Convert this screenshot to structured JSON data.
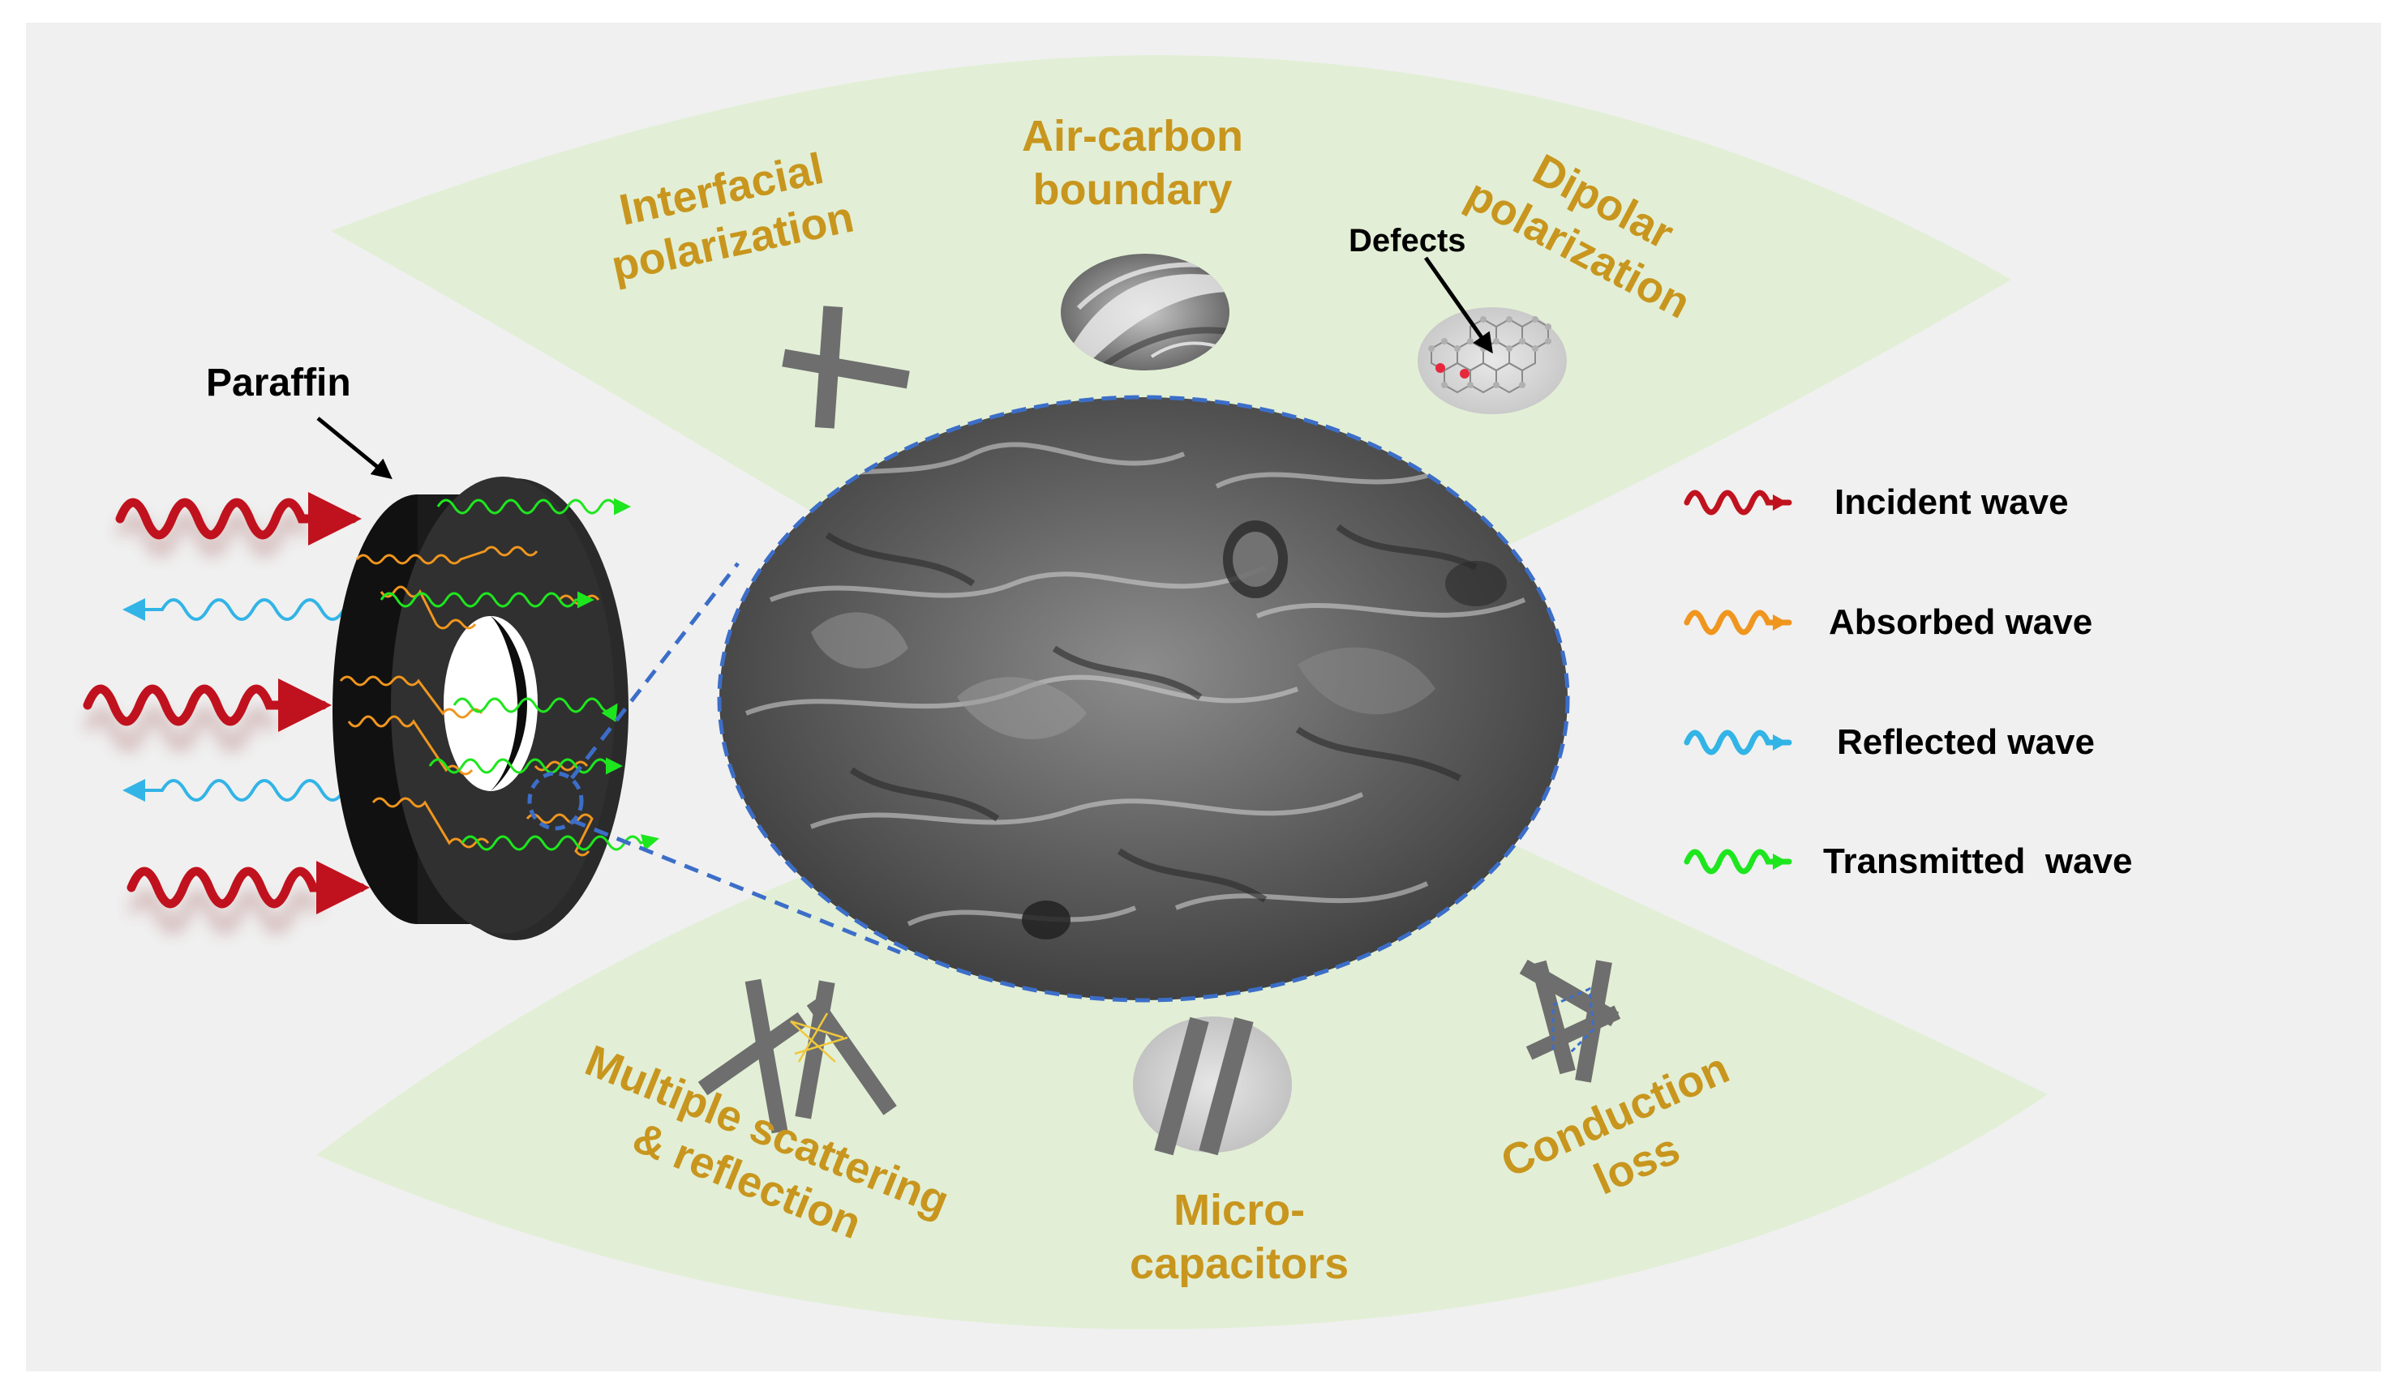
{
  "colors": {
    "background": "#f0f0f0",
    "fan": "#e2efd6",
    "label": "#c8961e",
    "incident": "#c0121e",
    "absorbed": "#f0961e",
    "reflected": "#32b4e6",
    "transmitted": "#1ee61e",
    "dashed": "#3c6ec8",
    "fiber": "#6e6e6e"
  },
  "mechanisms": {
    "interfacial": "Interfacial\npolarization",
    "air_carbon": "Air-carbon\nboundary",
    "dipolar": "Dipolar\npolarization",
    "defects": "Defects",
    "scattering": "Multiple scattering\n& reflection",
    "micro_capacitors": "Micro-\ncapacitors",
    "conduction": "Conduction\nloss"
  },
  "sample": {
    "paraffin": "Paraffin"
  },
  "legend": [
    {
      "label": "Incident wave",
      "color": "#c0121e",
      "icon": "incident-wave-arrow-icon"
    },
    {
      "label": "Absorbed wave",
      "color": "#f0961e",
      "icon": "absorbed-wave-arrow-icon"
    },
    {
      "label": "Reflected wave",
      "color": "#32b4e6",
      "icon": "reflected-wave-arrow-icon"
    },
    {
      "label": "Transmitted  wave",
      "color": "#1ee61e",
      "icon": "transmitted-wave-arrow-icon"
    }
  ]
}
